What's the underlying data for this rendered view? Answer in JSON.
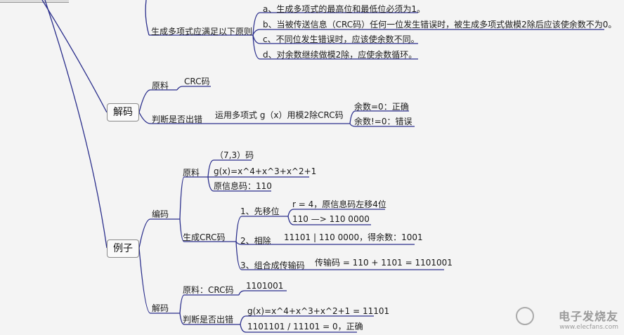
{
  "nodes": {
    "rule_parent": "生成多项式应满足以下原则",
    "rule_a": "a、生成多项式的最高位和最低位必须为1。",
    "rule_b": "b、当被传送信息（CRC码）任何一位发生错误时，被生成多项式做模2除后应该使余数不为0。",
    "rule_c": "c、不同位发生错误时，应该使余数不同。",
    "rule_d": "d、对余数继续做模2除，应使余数循环。",
    "decode": "解码",
    "decode_raw": "原料",
    "decode_raw_val": "CRC码",
    "decode_judge": "判断是否出错",
    "decode_method": "运用多项式 g（x）用模2除CRC码",
    "rem_zero": "余数=0：正确",
    "rem_nonzero": "余数!=0：错误",
    "example": "例子",
    "encode": "编码",
    "enc_raw": "原料",
    "enc_raw_1": "（7,3）码",
    "enc_raw_2": "g(x)=x^4+x^3+x^2+1",
    "enc_raw_3": "原信息码：110",
    "gen_crc": "生成CRC码",
    "step1": "1、先移位",
    "step1_a": "r = 4，原信息码左移4位",
    "step1_b": "110  —>  110 0000",
    "step2": "2、相除",
    "step2_a": "11101 | 110 0000，得余数：1001",
    "step3": "3、组合成传输码",
    "step3_a": "传输码 = 110 + 1101 = 1101001",
    "ex_decode": "解码",
    "ex_raw": "原料：CRC码",
    "ex_raw_val": "1101001",
    "ex_judge": "判断是否出错",
    "ex_judge_1": "g(x)=x^4+x^3+x^2+1 = 11101",
    "ex_judge_2": "1101101 / 11101 = 0，正确"
  },
  "watermark": {
    "name": "电子发烧友",
    "url": "www.elecfans.com"
  },
  "colors": {
    "line": "#2b2f8c",
    "root_line": "#2a2a7a"
  }
}
